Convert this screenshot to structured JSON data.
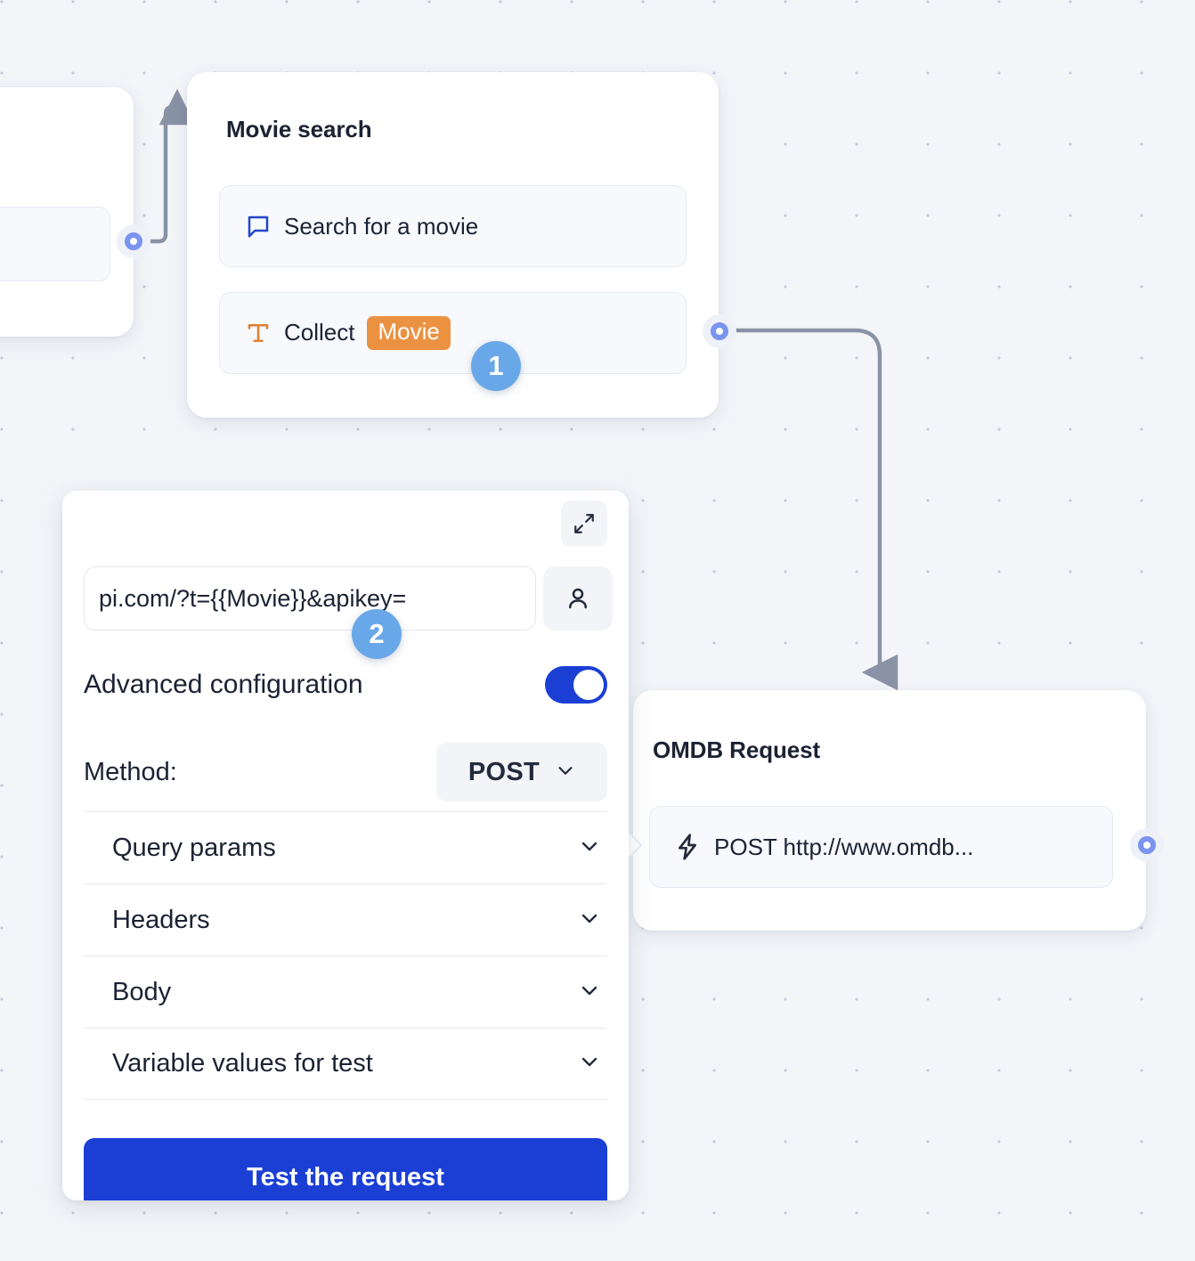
{
  "canvas": {
    "background_color": "#f3f5f9",
    "grid_dot_color": "#c3cbdb"
  },
  "nodes": [
    {
      "id": "movie-search",
      "title": "Movie search",
      "rows": [
        {
          "icon": "chat-bubble-icon",
          "label": "Search for a movie",
          "icon_color": "#2347c9"
        },
        {
          "icon": "text-t-icon",
          "label": "Collect",
          "chip": "Movie",
          "icon_color": "#e08030",
          "chip_color": "#eb9242"
        }
      ]
    },
    {
      "id": "omdb-request",
      "title": "OMDB Request",
      "rows": [
        {
          "icon": "lightning-bolt-icon",
          "label": "POST http://www.omdb...",
          "icon_color": "#232b3d"
        }
      ]
    }
  ],
  "panel": {
    "expand_icon": "expand-diagonal-icon",
    "url": {
      "value": "pi.com/?t={{Movie}}&apikey=",
      "placeholder": "Enter request URL"
    },
    "auth_icon": "person-icon",
    "advanced_configuration": {
      "label": "Advanced configuration",
      "enabled": true,
      "toggle_color": "#1b3fd4"
    },
    "method": {
      "label": "Method:",
      "value": "POST",
      "chevron_icon": "chevron-down-icon"
    },
    "accordion": [
      {
        "label": "Query params",
        "chevron_icon": "chevron-down-icon"
      },
      {
        "label": "Headers",
        "chevron_icon": "chevron-down-icon"
      },
      {
        "label": "Body",
        "chevron_icon": "chevron-down-icon"
      },
      {
        "label": "Variable values for test",
        "chevron_icon": "chevron-down-icon"
      }
    ],
    "test_button": {
      "label": "Test the request",
      "color": "#1b3fd4"
    }
  },
  "badges": [
    {
      "number": "1",
      "color": "#69a8e8"
    },
    {
      "number": "2",
      "color": "#69a8e8"
    }
  ],
  "ports": {
    "ring_color": "#7b94f0"
  }
}
